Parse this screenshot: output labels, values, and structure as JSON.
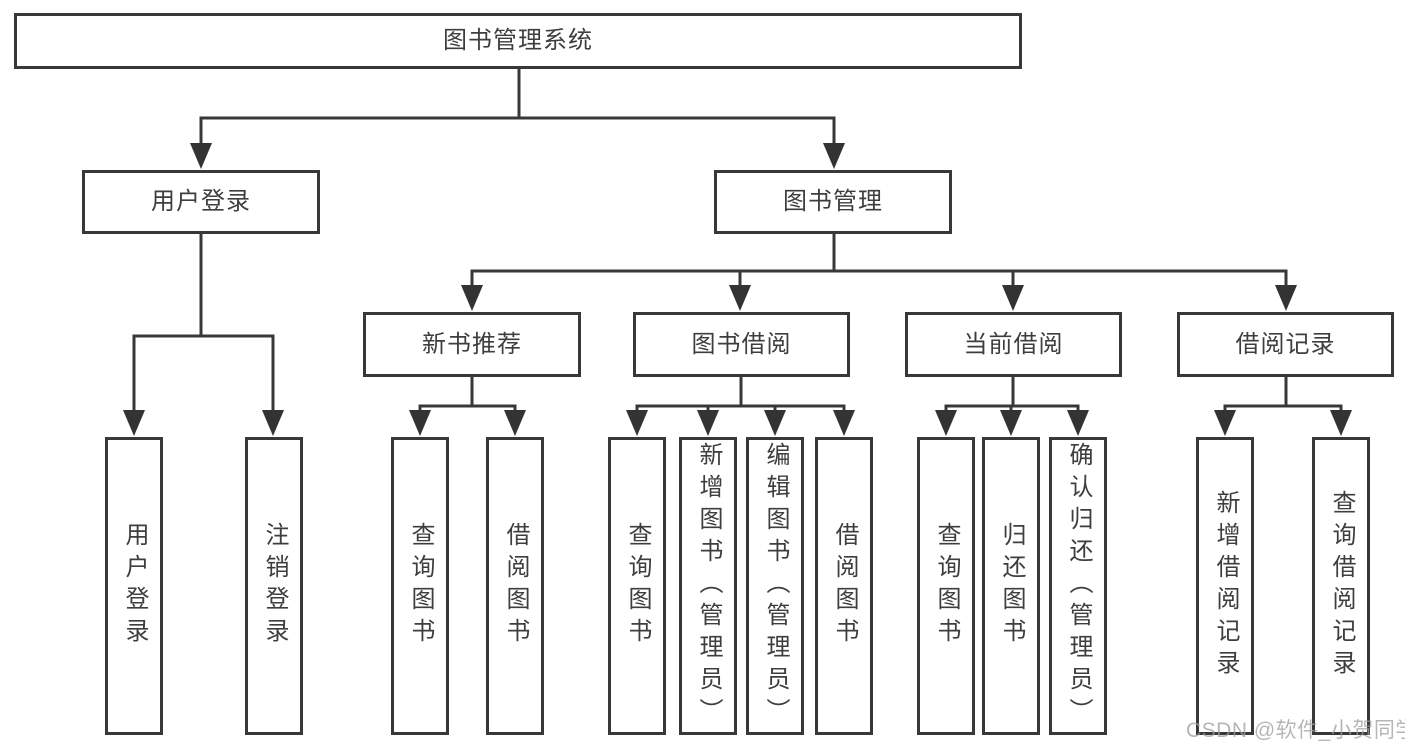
{
  "diagram_title": "图书管理系统",
  "watermark": "CSDN @软件_小贺同学",
  "colors": {
    "line": "#383838",
    "text": "#3e3e3e",
    "background": "#ffffff",
    "watermark": "#9e9e9e"
  },
  "hierarchy": {
    "label": "图书管理系统",
    "children": [
      {
        "label": "用户登录",
        "children": [
          {
            "label": "用户登录"
          },
          {
            "label": "注销登录"
          }
        ]
      },
      {
        "label": "图书管理",
        "children": [
          {
            "label": "新书推荐",
            "children": [
              {
                "label": "查询图书"
              },
              {
                "label": "借阅图书"
              }
            ]
          },
          {
            "label": "图书借阅",
            "children": [
              {
                "label": "查询图书"
              },
              {
                "label": "新增图书（管理员）"
              },
              {
                "label": "编辑图书（管理员）"
              },
              {
                "label": "借阅图书"
              }
            ]
          },
          {
            "label": "当前借阅",
            "children": [
              {
                "label": "查询图书"
              },
              {
                "label": "归还图书"
              },
              {
                "label": "确认归还（管理员）"
              }
            ]
          },
          {
            "label": "借阅记录",
            "children": [
              {
                "label": "新增借阅记录"
              },
              {
                "label": "查询借阅记录"
              }
            ]
          }
        ]
      }
    ]
  }
}
